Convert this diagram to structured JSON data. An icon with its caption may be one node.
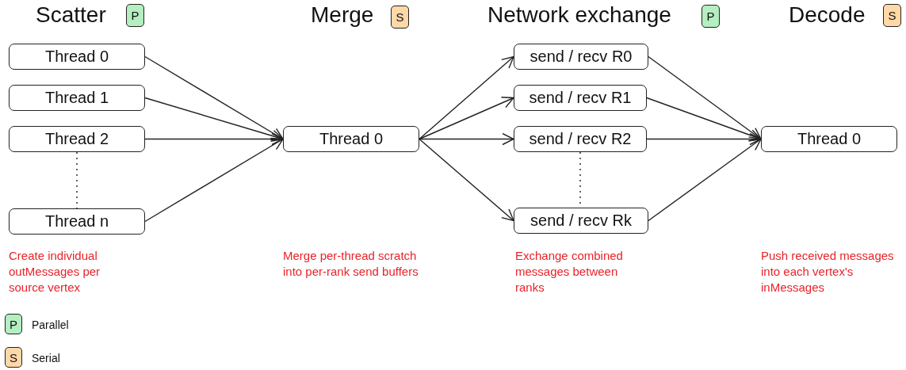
{
  "diagram": {
    "nodes": [
      {
        "text": [
          "Thread 0"
        ]
      },
      {
        "text": [
          "Thread 1"
        ]
      },
      {
        "text": [
          "Thread 2"
        ]
      },
      {
        "text": [
          "Thread n"
        ]
      },
      {
        "text": [
          "Thread 0"
        ]
      },
      {
        "text": [
          "send / recv R0"
        ]
      },
      {
        "text": [
          "send / recv R1"
        ]
      },
      {
        "text": [
          "send / recv R2"
        ]
      },
      {
        "text": [
          "send / recv Rk"
        ]
      },
      {
        "text": [
          "Thread 0"
        ]
      }
    ],
    "edges": [
      {
        "from": 0,
        "to": 4,
        "arrow": "to"
      },
      {
        "from": 1,
        "to": 4,
        "arrow": "to"
      },
      {
        "from": 2,
        "to": 4,
        "arrow": "to"
      },
      {
        "from": 3,
        "to": 4,
        "arrow": "to"
      },
      {
        "from": 2,
        "to": 3,
        "arrow": "none",
        "style": "dashed"
      },
      {
        "from": 4,
        "to": 5,
        "arrow": "to"
      },
      {
        "from": 4,
        "to": 6,
        "arrow": "to"
      },
      {
        "from": 4,
        "to": 7,
        "arrow": "to"
      },
      {
        "from": 4,
        "to": 8,
        "arrow": "to"
      },
      {
        "from": 7,
        "to": 8,
        "arrow": "none",
        "style": "dashed"
      },
      {
        "from": 5,
        "to": 9,
        "arrow": "to"
      },
      {
        "from": 6,
        "to": 9,
        "arrow": "to"
      },
      {
        "from": 7,
        "to": 9,
        "arrow": "to"
      },
      {
        "from": 8,
        "to": 9,
        "arrow": "to"
      }
    ],
    "labels": [
      "Scatter",
      "P",
      "Merge",
      "S",
      "Network exchange",
      "P",
      "Decode",
      "S",
      "Create individual outMessages per source vertex",
      "Merge per-thread scratch into per-rank send buffers",
      "Exchange combined messages between ranks",
      "Push received messages into each vertex's inMessages",
      "P",
      "S"
    ],
    "legend": [
      {
        "text": "Parallel",
        "color": "#b4eec1"
      },
      {
        "text": "Serial",
        "color": "#ffd8a8"
      }
    ]
  }
}
